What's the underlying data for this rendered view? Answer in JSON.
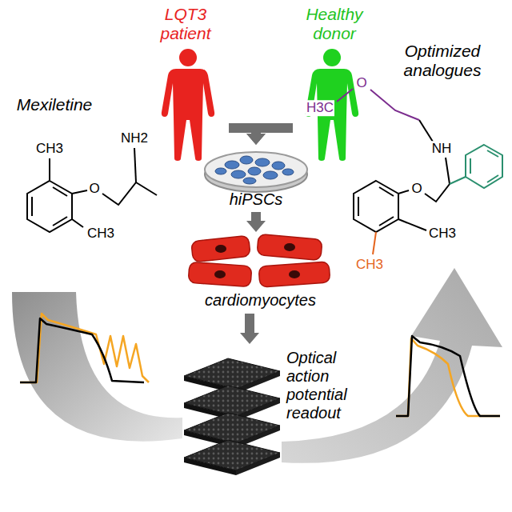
{
  "diagram": {
    "nodes": [
      {
        "text": [
          "LQT3 patient"
        ]
      },
      {
        "text": [
          "Healthy donor"
        ]
      },
      {
        "text": [
          "hiPSCs"
        ]
      },
      {
        "text": [
          "cardiomyocytes"
        ]
      },
      {
        "text": [
          "Optical action potential readout"
        ]
      }
    ],
    "edges": [
      {
        "from": 0,
        "to": 2,
        "arrow": "to"
      },
      {
        "from": 1,
        "to": 2,
        "arrow": "to"
      },
      {
        "from": 2,
        "to": 3,
        "arrow": "to"
      },
      {
        "from": 3,
        "to": 4,
        "arrow": "to"
      }
    ],
    "labels": [
      "Mexiletine",
      "Optimized analogues",
      "CH3",
      "NH2",
      "O",
      "CH3",
      "H3C",
      "O",
      "NH",
      "O",
      "CH3",
      "CH3"
    ]
  }
}
